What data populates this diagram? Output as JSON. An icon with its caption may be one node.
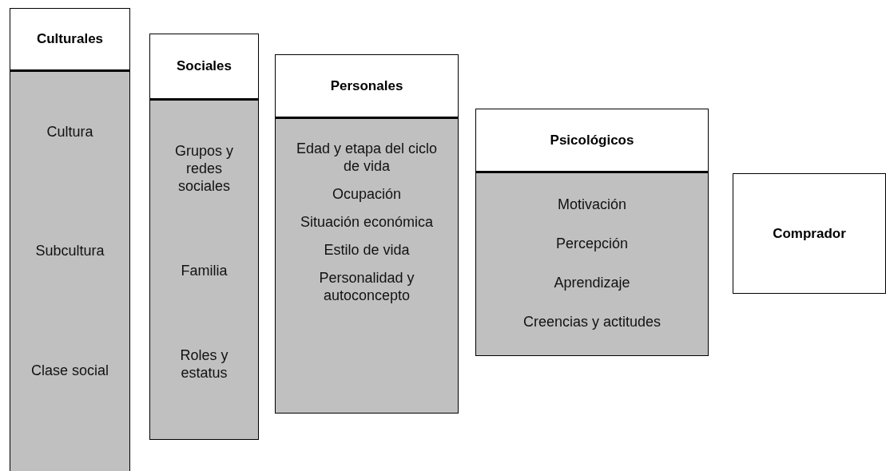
{
  "diagram": {
    "nodes": [
      {
        "text": [
          "Culturales",
          "Cultura",
          "Subcultura",
          "Clase social"
        ]
      },
      {
        "text": [
          "Sociales",
          "Grupos y redes sociales",
          "Familia",
          "Roles y estatus"
        ]
      },
      {
        "text": [
          "Personales",
          "Edad y etapa del ciclo de vida",
          "Ocupación",
          "Situación económica",
          "Estilo de vida",
          "Personalidad y autoconcepto"
        ]
      },
      {
        "text": [
          "Psicológicos",
          "Motivación",
          "Percepción",
          "Aprendizaje",
          "Creencias y actitudes"
        ]
      },
      {
        "text": [
          "Comprador"
        ]
      }
    ],
    "edges": []
  }
}
